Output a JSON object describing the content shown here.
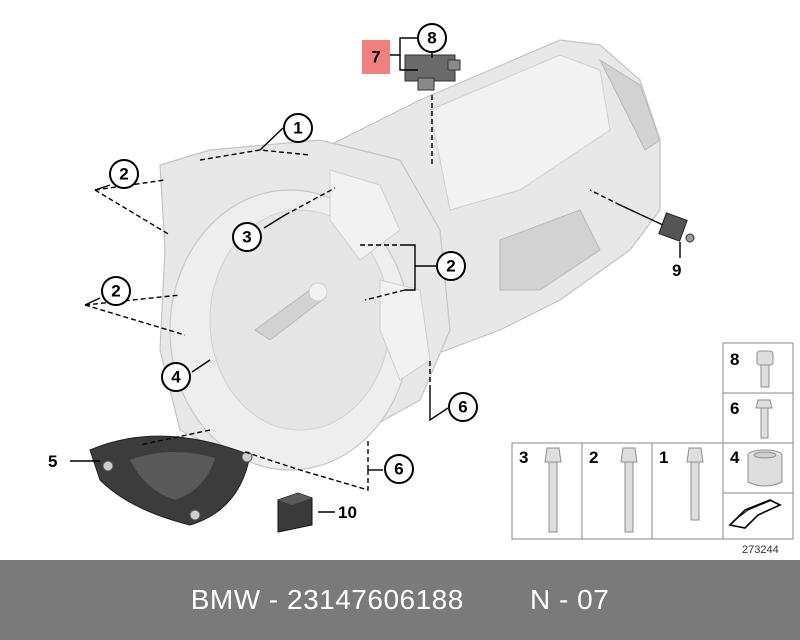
{
  "diagram": {
    "callouts": {
      "c1": "1",
      "c2a": "2",
      "c2b": "2",
      "c2c": "2",
      "c3": "3",
      "c4": "4",
      "c6a": "6",
      "c6b": "6",
      "c8": "8"
    },
    "highlight_label": "7",
    "labels": {
      "l5": "5",
      "l9": "9",
      "l10": "10"
    },
    "panel": {
      "p8": "8",
      "p6": "6",
      "p4": "4",
      "p3": "3",
      "p2": "2",
      "p1": "1"
    },
    "reference_number": "273244"
  },
  "colors": {
    "highlight": "#f08080",
    "footer_bg": "#7a7a7a",
    "footer_text": "#ffffff"
  },
  "footer": {
    "brand": "BMW",
    "part_number": "23147606188",
    "position": "N - 07",
    "separator": " - "
  }
}
